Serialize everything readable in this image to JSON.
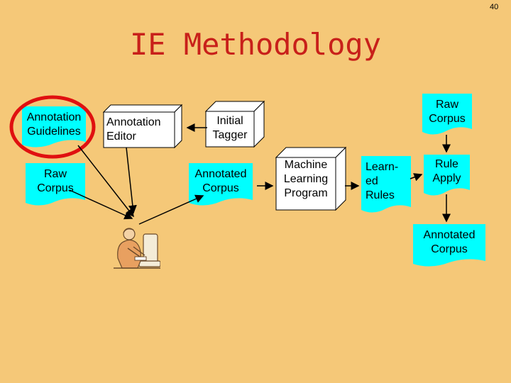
{
  "slide_number": "40",
  "title": "IE Methodology",
  "nodes": {
    "annotation_guidelines": "Annotation\nGuidelines",
    "raw_corpus_left": "Raw\nCorpus",
    "annotation_editor": "Annotation\nEditor",
    "initial_tagger": "Initial\nTagger",
    "annotated_corpus_mid": "Annotated\nCorpus",
    "machine_learning_program": "Machine\nLearning\nProgram",
    "learned_rules": "Learn-\ned\nRules",
    "raw_corpus_right": "Raw\nCorpus",
    "rule_apply": "Rule\nApply",
    "annotated_corpus_right": "Annotated\nCorpus"
  },
  "colors": {
    "background": "#f5c878",
    "document_fill": "#00ffff",
    "highlight_circle": "#e01010",
    "title": "#c8201a"
  }
}
